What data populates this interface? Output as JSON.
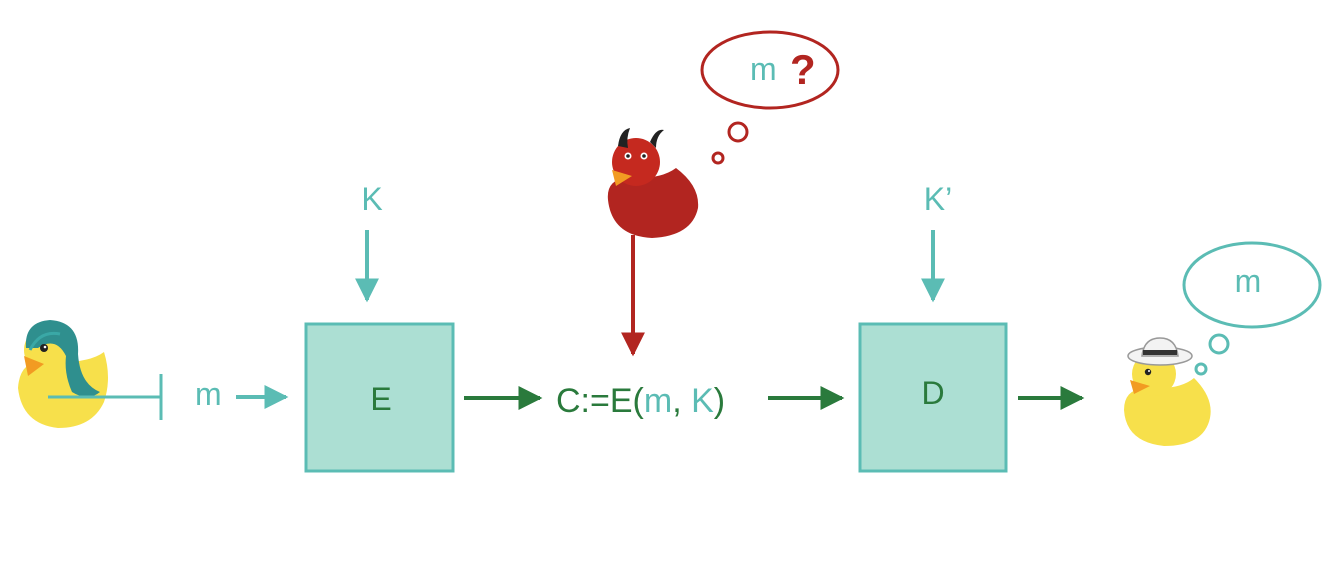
{
  "diagram": {
    "labels": {
      "message_in": "m",
      "key_encrypt": "K",
      "key_decrypt": "K’",
      "encrypt_box": "E",
      "decrypt_box": "D",
      "ciphertext_prefix": "C:=E(",
      "ciphertext_m": "m",
      "ciphertext_sep": ", ",
      "ciphertext_k": "K",
      "ciphertext_suffix": ")",
      "adversary_thought": "m",
      "adversary_question": "?",
      "receiver_thought": "m"
    },
    "colors": {
      "teal": "#5bbcb4",
      "box_fill": "#acdfd3",
      "box_stroke": "#5bbcb4",
      "dark_green": "#2a7a3c",
      "red": "#b22520",
      "duck_yellow": "#f7e04b"
    },
    "icons": [
      "sender-duck-icon",
      "adversary-devil-duck-icon",
      "receiver-duck-hat-icon"
    ]
  }
}
